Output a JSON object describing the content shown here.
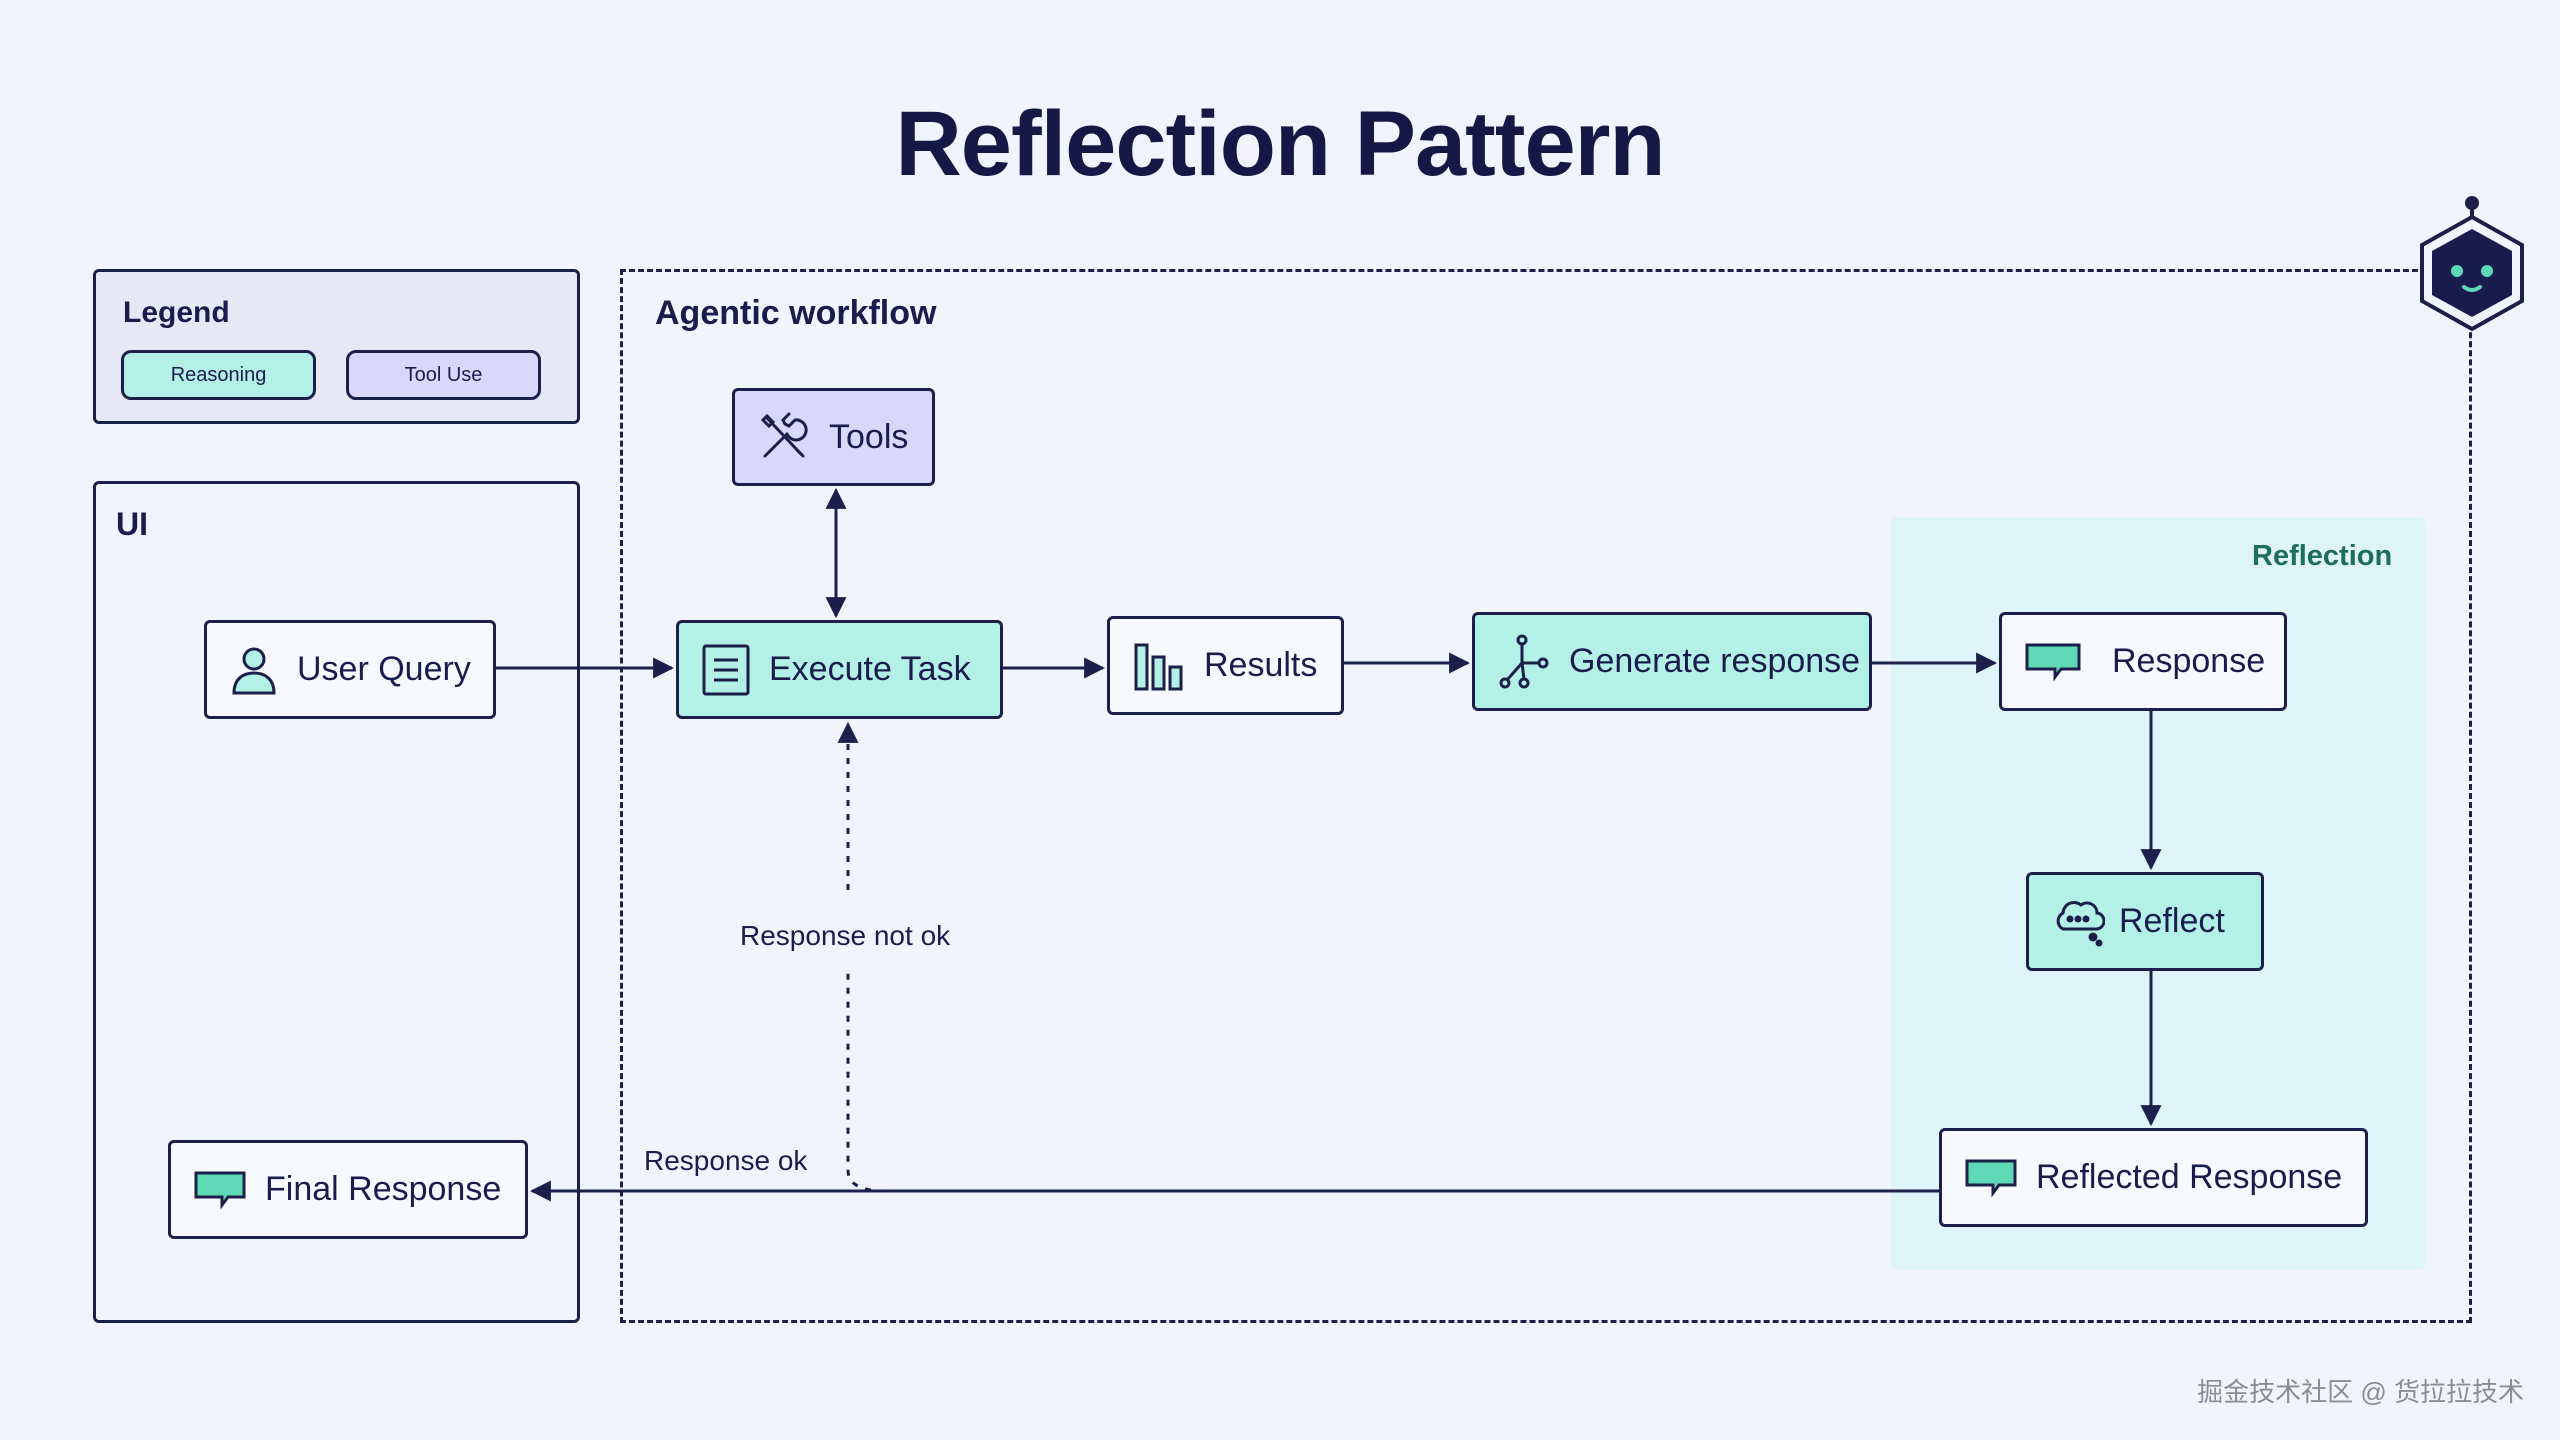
{
  "title": "Reflection Pattern",
  "legend": {
    "title": "Legend",
    "reasoning_label": "Reasoning",
    "tool_use_label": "Tool Use"
  },
  "ui": {
    "title": "UI"
  },
  "workflow": {
    "title": "Agentic workflow"
  },
  "reflection": {
    "title": "Reflection"
  },
  "nodes": {
    "tools": "Tools",
    "user_query": "User Query",
    "execute_task": "Execute Task",
    "results": "Results",
    "generate_response": "Generate response",
    "response": "Response",
    "reflect": "Reflect",
    "reflected_response": "Reflected Response",
    "final_response": "Final Response"
  },
  "edges": {
    "not_ok": "Response not ok",
    "ok": "Response ok"
  },
  "colors": {
    "reasoning": "#b3f0e6",
    "tool_use": "#d9d7fa",
    "ink": "#1c1f4a",
    "reflection_zone": "#dff4f8",
    "background": "#f2f4fd"
  },
  "watermark": "掘金技术社区 @ 货拉拉技术"
}
